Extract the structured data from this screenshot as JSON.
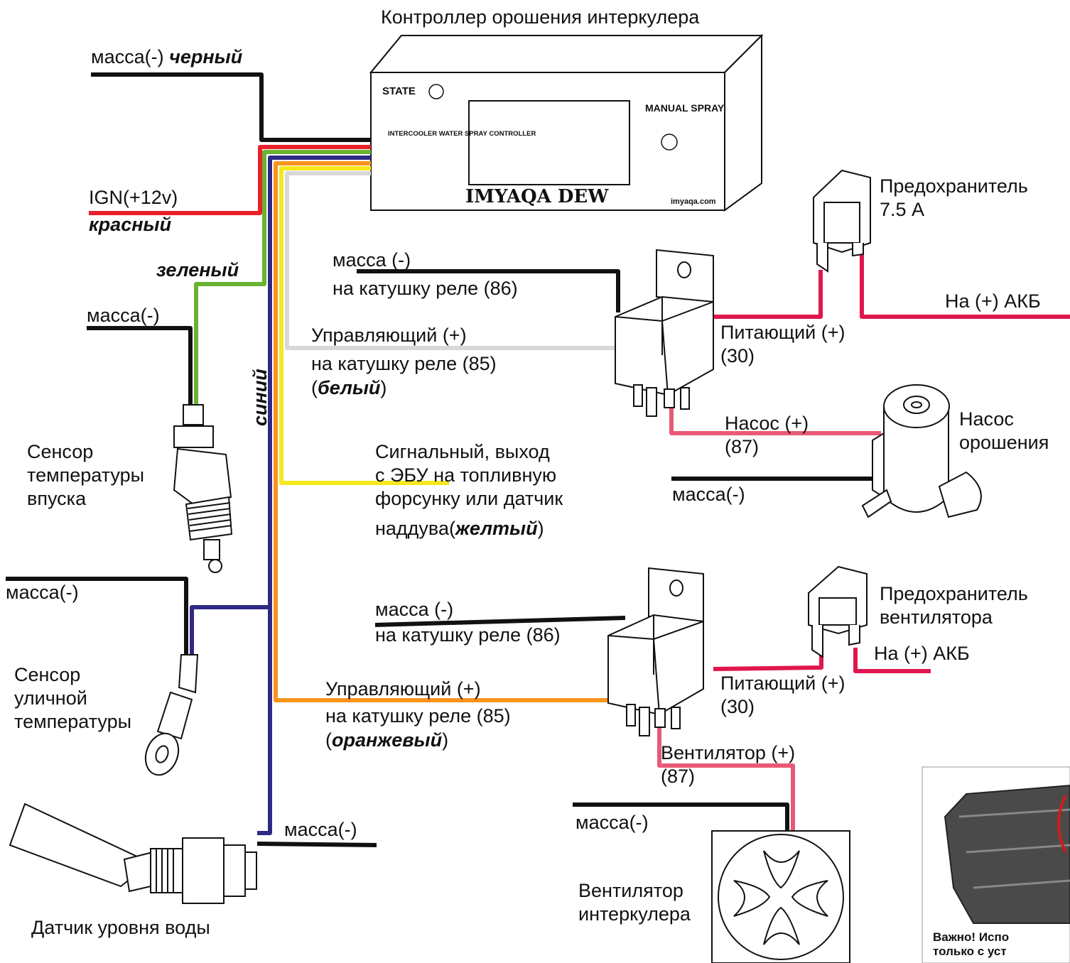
{
  "controller": {
    "caption": "Контроллер орошения интеркулера",
    "state_label": "STATE",
    "manual_label": "MANUAL\nSPRAY",
    "model_text": "INTERCOOLER\nWATER SPRAY\nCONTROLLER",
    "brand": "IMYAQA DEW",
    "site": "imyaqa.com"
  },
  "wires": {
    "black_label": "масса(-)",
    "black_color": "черный",
    "ign_label": "IGN(+12v)",
    "ign_color": "красный",
    "green_color": "зеленый",
    "blue_color": "синий",
    "colors": {
      "black": "#111111",
      "red": "#e8202a",
      "green": "#6ab230",
      "blue": "#2e2a84",
      "orange": "#f7941d",
      "yellow": "#f5e81c",
      "white": "#d8d8d8",
      "pink": "#e85a75",
      "crimson": "#e0174e"
    }
  },
  "intake_sensor": {
    "ground": "масса(-)",
    "name": "Сенсор\nтемпературы\nвпуска"
  },
  "relay1": {
    "ground": "масса (-)",
    "coil86": "на катушку реле (86)",
    "control": "Управляющий (+)",
    "coil85": "на катушку реле (85)",
    "color_open": "(",
    "color_word": "белый",
    "color_close": ")",
    "supply": "Питающий (+)\n(30)",
    "pump_out": "Насос (+)\n(87)"
  },
  "fuse1": {
    "name": "Предохранитель\n7.5 А",
    "battery": "На (+) АКБ"
  },
  "pump": {
    "name": "Насос\nорошения",
    "ground": "масса(-)"
  },
  "signal": {
    "text": "Сигнальный, выход\nс ЭБУ на топливную\nфорсунку или датчик",
    "last_prefix": "наддува(",
    "last_color": "желтый",
    "last_suffix": ")"
  },
  "outside_sensor": {
    "ground": "масса(-)",
    "name": "Сенсор\nуличной\nтемпературы"
  },
  "relay2": {
    "ground": "масса (-)",
    "coil86": "на катушку реле (86)",
    "control": "Управляющий (+)",
    "coil85": "на катушку реле (85)",
    "color_open": "(",
    "color_word": "оранжевый",
    "color_close": ")",
    "supply": "Питающий (+)\n(30)",
    "fan_out": "Вентилятор (+)\n(87)"
  },
  "fuse2": {
    "name": "Предохранитель\nвентилятора",
    "battery": "На (+) АКБ"
  },
  "fan": {
    "name": "Вентилятор\nинтеркулера",
    "ground": "масса(-)"
  },
  "water_level": {
    "name": "Датчик уровня воды",
    "ground": "масса(-)"
  },
  "note": {
    "text": "Важно! Испо\nтолько с уст"
  }
}
